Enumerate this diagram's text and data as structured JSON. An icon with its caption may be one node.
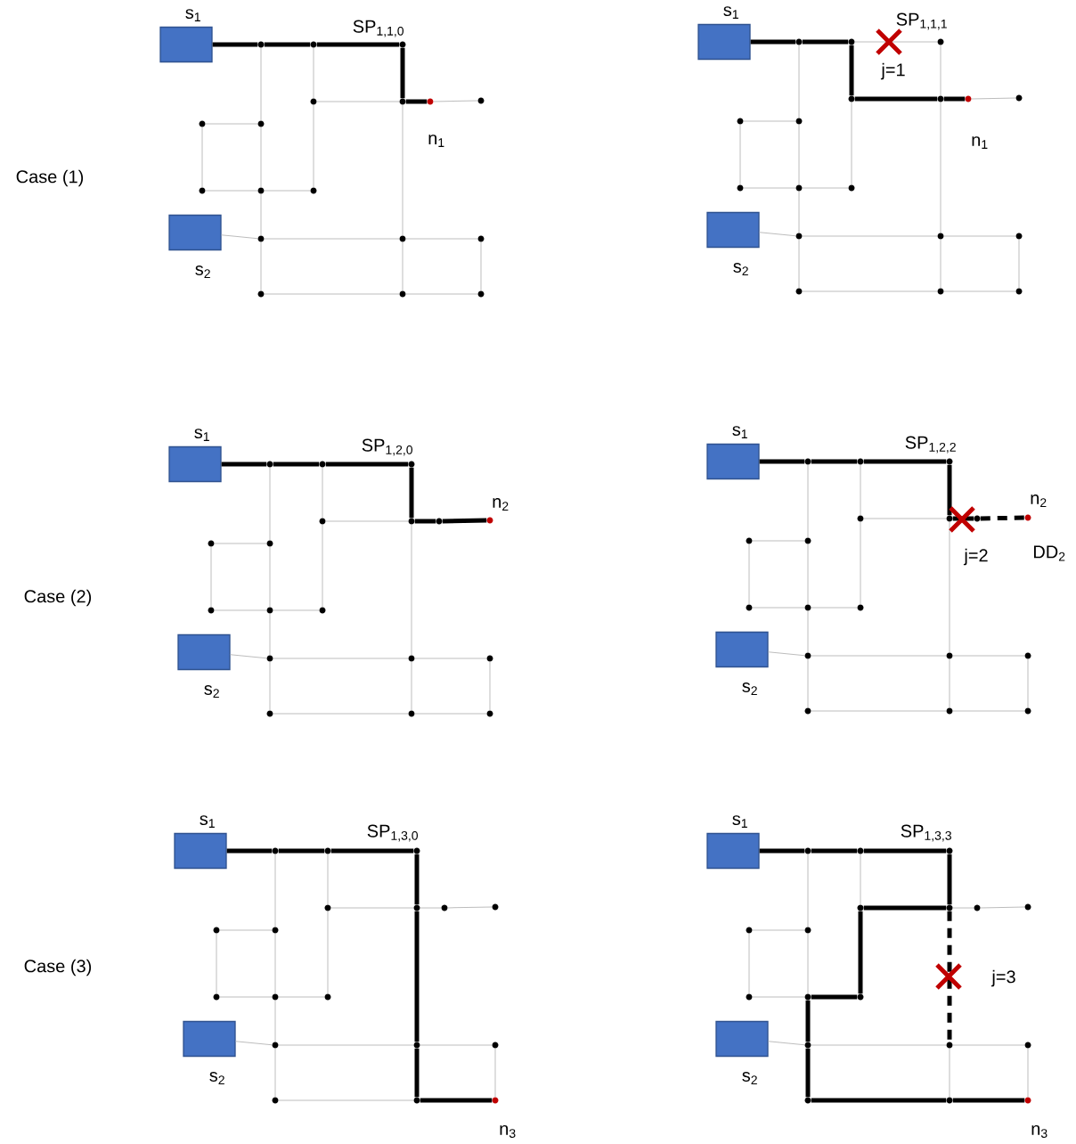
{
  "diagram": {
    "nodes": [
      {
        "text": [],
        "shape": "box",
        "beside": [
          "s$_{1}$"
        ]
      },
      {
        "text": [],
        "shape": "circle"
      },
      {
        "text": [],
        "shape": "circle"
      },
      {
        "text": [],
        "shape": "circle"
      },
      {
        "text": [],
        "shape": "circle"
      },
      {
        "text": [],
        "shape": "circle"
      },
      {
        "text": [],
        "shape": "circle",
        "beside": [
          "n$_{1}$"
        ]
      },
      {
        "text": [],
        "shape": "circle"
      },
      {
        "text": [],
        "shape": "circle"
      },
      {
        "text": [],
        "shape": "circle"
      },
      {
        "text": [],
        "shape": "circle"
      },
      {
        "text": [],
        "shape": "circle"
      },
      {
        "text": [],
        "shape": "circle"
      },
      {
        "text": [],
        "shape": "box",
        "beside": [
          "s$_{2}$"
        ]
      },
      {
        "text": [],
        "shape": "circle"
      },
      {
        "text": [],
        "shape": "circle"
      },
      {
        "text": [],
        "shape": "circle"
      },
      {
        "text": [],
        "shape": "circle"
      },
      {
        "text": [],
        "shape": "circle"
      },
      {
        "text": [],
        "shape": "circle"
      },
      {
        "text": [],
        "shape": "box",
        "beside": [
          "s$_{1}$"
        ]
      },
      {
        "text": [],
        "shape": "circle"
      },
      {
        "text": [],
        "shape": "circle"
      },
      {
        "text": [],
        "shape": "circle"
      },
      {
        "text": [],
        "shape": "circle"
      },
      {
        "text": [],
        "shape": "circle"
      },
      {
        "text": [],
        "shape": "circle",
        "beside": [
          "n$_{1}$"
        ]
      },
      {
        "text": [],
        "shape": "circle"
      },
      {
        "text": [],
        "shape": "circle"
      },
      {
        "text": [],
        "shape": "circle"
      },
      {
        "text": [],
        "shape": "circle"
      },
      {
        "text": [],
        "shape": "circle"
      },
      {
        "text": [],
        "shape": "circle"
      },
      {
        "text": [],
        "shape": "box",
        "beside": [
          "s$_{2}$"
        ]
      },
      {
        "text": [],
        "shape": "circle"
      },
      {
        "text": [],
        "shape": "circle"
      },
      {
        "text": [],
        "shape": "circle"
      },
      {
        "text": [],
        "shape": "circle"
      },
      {
        "text": [],
        "shape": "circle"
      },
      {
        "text": [],
        "shape": "circle"
      },
      {
        "text": [],
        "shape": "box",
        "beside": [
          "s$_{1}$"
        ]
      },
      {
        "text": [],
        "shape": "circle"
      },
      {
        "text": [],
        "shape": "circle"
      },
      {
        "text": [],
        "shape": "circle"
      },
      {
        "text": [],
        "shape": "circle"
      },
      {
        "text": [],
        "shape": "circle"
      },
      {
        "text": [],
        "shape": "circle"
      },
      {
        "text": [],
        "shape": "circle",
        "beside": [
          "n$_{2}$"
        ]
      },
      {
        "text": [],
        "shape": "circle"
      },
      {
        "text": [],
        "shape": "circle"
      },
      {
        "text": [],
        "shape": "circle"
      },
      {
        "text": [],
        "shape": "circle"
      },
      {
        "text": [],
        "shape": "circle"
      },
      {
        "text": [],
        "shape": "box",
        "beside": [
          "s$_{2}$"
        ]
      },
      {
        "text": [],
        "shape": "circle"
      },
      {
        "text": [],
        "shape": "circle"
      },
      {
        "text": [],
        "shape": "circle"
      },
      {
        "text": [],
        "shape": "circle"
      },
      {
        "text": [],
        "shape": "circle"
      },
      {
        "text": [],
        "shape": "circle"
      },
      {
        "text": [],
        "shape": "box",
        "beside": [
          "s$_{1}$"
        ]
      },
      {
        "text": [],
        "shape": "circle"
      },
      {
        "text": [],
        "shape": "circle"
      },
      {
        "text": [],
        "shape": "circle"
      },
      {
        "text": [],
        "shape": "circle"
      },
      {
        "text": [],
        "shape": "circle"
      },
      {
        "text": [],
        "shape": "circle"
      },
      {
        "text": [],
        "shape": "circle",
        "beside": [
          "n$_{2}$",
          "DD$_{2}$"
        ]
      },
      {
        "text": [],
        "shape": "circle"
      },
      {
        "text": [],
        "shape": "circle"
      },
      {
        "text": [],
        "shape": "circle"
      },
      {
        "text": [],
        "shape": "circle"
      },
      {
        "text": [],
        "shape": "circle"
      },
      {
        "text": [],
        "shape": "box",
        "beside": [
          "s$_{2}$"
        ]
      },
      {
        "text": [],
        "shape": "circle"
      },
      {
        "text": [],
        "shape": "circle"
      },
      {
        "text": [],
        "shape": "circle"
      },
      {
        "text": [],
        "shape": "circle"
      },
      {
        "text": [],
        "shape": "circle"
      },
      {
        "text": [],
        "shape": "circle"
      },
      {
        "text": [],
        "shape": "box",
        "beside": [
          "s$_{1}$"
        ]
      },
      {
        "text": [],
        "shape": "circle"
      },
      {
        "text": [],
        "shape": "circle"
      },
      {
        "text": [],
        "shape": "circle"
      },
      {
        "text": [],
        "shape": "circle"
      },
      {
        "text": [],
        "shape": "circle"
      },
      {
        "text": [],
        "shape": "circle"
      },
      {
        "text": [],
        "shape": "circle"
      },
      {
        "text": [],
        "shape": "circle"
      },
      {
        "text": [],
        "shape": "circle"
      },
      {
        "text": [],
        "shape": "circle"
      },
      {
        "text": [],
        "shape": "circle"
      },
      {
        "text": [],
        "shape": "circle"
      },
      {
        "text": [],
        "shape": "box",
        "beside": [
          "s$_{2}$"
        ]
      },
      {
        "text": [],
        "shape": "circle"
      },
      {
        "text": [],
        "shape": "circle"
      },
      {
        "text": [],
        "shape": "circle"
      },
      {
        "text": [],
        "shape": "circle"
      },
      {
        "text": [],
        "shape": "circle"
      },
      {
        "text": [],
        "shape": "circle",
        "beside": [
          "n$_{3}$"
        ]
      },
      {
        "text": [],
        "shape": "box",
        "beside": [
          "s$_{1}$"
        ]
      },
      {
        "text": [],
        "shape": "circle"
      },
      {
        "text": [],
        "shape": "circle"
      },
      {
        "text": [],
        "shape": "circle"
      },
      {
        "text": [],
        "shape": "circle"
      },
      {
        "text": [],
        "shape": "circle"
      },
      {
        "text": [],
        "shape": "circle"
      },
      {
        "text": [],
        "shape": "circle"
      },
      {
        "text": [],
        "shape": "circle"
      },
      {
        "text": [],
        "shape": "circle"
      },
      {
        "text": [],
        "shape": "circle"
      },
      {
        "text": [],
        "shape": "circle"
      },
      {
        "text": [],
        "shape": "circle"
      },
      {
        "text": [],
        "shape": "box",
        "beside": [
          "s$_{2}$"
        ]
      },
      {
        "text": [],
        "shape": "circle"
      },
      {
        "text": [],
        "shape": "circle"
      },
      {
        "text": [],
        "shape": "circle"
      },
      {
        "text": [],
        "shape": "circle"
      },
      {
        "text": [],
        "shape": "circle"
      },
      {
        "text": [],
        "shape": "circle",
        "beside": [
          "n$_{3}$"
        ]
      }
    ],
    "edges": [
      {
        "from": 0,
        "to": 1,
        "arrow": "none",
        "style": "thick",
        "color": "#000000"
      },
      {
        "from": 1,
        "to": 2,
        "arrow": "none",
        "style": "thick",
        "color": "#000000"
      },
      {
        "from": 2,
        "to": 3,
        "arrow": "none",
        "style": "thick",
        "color": "#000000"
      },
      {
        "from": 3,
        "to": 5,
        "arrow": "none",
        "style": "thick",
        "color": "#000000"
      },
      {
        "from": 5,
        "to": 6,
        "arrow": "none",
        "style": "thick",
        "color": "#000000"
      },
      {
        "from": 6,
        "to": 7,
        "arrow": "none"
      },
      {
        "from": 4,
        "to": 5,
        "arrow": "none"
      },
      {
        "from": 1,
        "to": 9,
        "arrow": "none"
      },
      {
        "from": 9,
        "to": 11,
        "arrow": "none"
      },
      {
        "from": 11,
        "to": 14,
        "arrow": "none"
      },
      {
        "from": 14,
        "to": 17,
        "arrow": "none"
      },
      {
        "from": 2,
        "to": 4,
        "arrow": "none"
      },
      {
        "from": 4,
        "to": 12,
        "arrow": "none"
      },
      {
        "from": 8,
        "to": 9,
        "arrow": "none"
      },
      {
        "from": 8,
        "to": 10,
        "arrow": "none"
      },
      {
        "from": 10,
        "to": 11,
        "arrow": "none"
      },
      {
        "from": 11,
        "to": 12,
        "arrow": "none"
      },
      {
        "from": 13,
        "to": 14,
        "arrow": "none"
      },
      {
        "from": 14,
        "to": 15,
        "arrow": "none"
      },
      {
        "from": 15,
        "to": 16,
        "arrow": "none"
      },
      {
        "from": 5,
        "to": 15,
        "arrow": "none"
      },
      {
        "from": 15,
        "to": 18,
        "arrow": "none"
      },
      {
        "from": 17,
        "to": 18,
        "arrow": "none"
      },
      {
        "from": 18,
        "to": 19,
        "arrow": "none"
      },
      {
        "from": 16,
        "to": 19,
        "arrow": "none"
      },
      {
        "from": 20,
        "to": 21,
        "arrow": "none",
        "style": "thick",
        "color": "#000000"
      },
      {
        "from": 21,
        "to": 22,
        "arrow": "none",
        "style": "thick",
        "color": "#000000"
      },
      {
        "from": 22,
        "to": 23,
        "arrow": "none"
      },
      {
        "from": 23,
        "to": 25,
        "arrow": "none"
      },
      {
        "from": 25,
        "to": 26,
        "arrow": "none",
        "style": "thick",
        "color": "#000000"
      },
      {
        "from": 26,
        "to": 27,
        "arrow": "none"
      },
      {
        "from": 24,
        "to": 25,
        "arrow": "none",
        "style": "thick",
        "color": "#000000"
      },
      {
        "from": 21,
        "to": 29,
        "arrow": "none"
      },
      {
        "from": 29,
        "to": 31,
        "arrow": "none"
      },
      {
        "from": 31,
        "to": 34,
        "arrow": "none"
      },
      {
        "from": 34,
        "to": 37,
        "arrow": "none"
      },
      {
        "from": 22,
        "to": 24,
        "arrow": "none",
        "style": "thick",
        "color": "#000000"
      },
      {
        "from": 24,
        "to": 32,
        "arrow": "none"
      },
      {
        "from": 28,
        "to": 29,
        "arrow": "none"
      },
      {
        "from": 28,
        "to": 30,
        "arrow": "none"
      },
      {
        "from": 30,
        "to": 31,
        "arrow": "none"
      },
      {
        "from": 31,
        "to": 32,
        "arrow": "none"
      },
      {
        "from": 33,
        "to": 34,
        "arrow": "none"
      },
      {
        "from": 34,
        "to": 35,
        "arrow": "none"
      },
      {
        "from": 35,
        "to": 36,
        "arrow": "none"
      },
      {
        "from": 25,
        "to": 35,
        "arrow": "none"
      },
      {
        "from": 35,
        "to": 38,
        "arrow": "none"
      },
      {
        "from": 37,
        "to": 38,
        "arrow": "none"
      },
      {
        "from": 38,
        "to": 39,
        "arrow": "none"
      },
      {
        "from": 36,
        "to": 39,
        "arrow": "none"
      },
      {
        "from": 40,
        "to": 41,
        "arrow": "none",
        "style": "thick",
        "color": "#000000"
      },
      {
        "from": 41,
        "to": 42,
        "arrow": "none",
        "style": "thick",
        "color": "#000000"
      },
      {
        "from": 42,
        "to": 43,
        "arrow": "none",
        "style": "thick",
        "color": "#000000"
      },
      {
        "from": 43,
        "to": 45,
        "arrow": "none",
        "style": "thick",
        "color": "#000000"
      },
      {
        "from": 45,
        "to": 46,
        "arrow": "none",
        "style": "thick",
        "color": "#000000"
      },
      {
        "from": 46,
        "to": 47,
        "arrow": "none",
        "style": "thick",
        "color": "#000000"
      },
      {
        "from": 44,
        "to": 45,
        "arrow": "none"
      },
      {
        "from": 41,
        "to": 49,
        "arrow": "none"
      },
      {
        "from": 49,
        "to": 51,
        "arrow": "none"
      },
      {
        "from": 51,
        "to": 54,
        "arrow": "none"
      },
      {
        "from": 54,
        "to": 57,
        "arrow": "none"
      },
      {
        "from": 42,
        "to": 44,
        "arrow": "none"
      },
      {
        "from": 44,
        "to": 52,
        "arrow": "none"
      },
      {
        "from": 48,
        "to": 49,
        "arrow": "none"
      },
      {
        "from": 48,
        "to": 50,
        "arrow": "none"
      },
      {
        "from": 50,
        "to": 51,
        "arrow": "none"
      },
      {
        "from": 51,
        "to": 52,
        "arrow": "none"
      },
      {
        "from": 53,
        "to": 54,
        "arrow": "none"
      },
      {
        "from": 54,
        "to": 55,
        "arrow": "none"
      },
      {
        "from": 55,
        "to": 56,
        "arrow": "none"
      },
      {
        "from": 45,
        "to": 55,
        "arrow": "none"
      },
      {
        "from": 55,
        "to": 58,
        "arrow": "none"
      },
      {
        "from": 57,
        "to": 58,
        "arrow": "none"
      },
      {
        "from": 58,
        "to": 59,
        "arrow": "none"
      },
      {
        "from": 56,
        "to": 59,
        "arrow": "none"
      },
      {
        "from": 60,
        "to": 61,
        "arrow": "none",
        "style": "thick",
        "color": "#000000"
      },
      {
        "from": 61,
        "to": 62,
        "arrow": "none",
        "style": "thick",
        "color": "#000000"
      },
      {
        "from": 62,
        "to": 63,
        "arrow": "none",
        "style": "thick",
        "color": "#000000"
      },
      {
        "from": 63,
        "to": 65,
        "arrow": "none",
        "style": "thick",
        "color": "#000000"
      },
      {
        "from": 65,
        "to": 66,
        "arrow": "none",
        "style": "thick",
        "color": "#000000"
      },
      {
        "from": 66,
        "to": 67,
        "arrow": "none",
        "style": "dashed",
        "color": "#000000"
      },
      {
        "from": 64,
        "to": 65,
        "arrow": "none"
      },
      {
        "from": 61,
        "to": 69,
        "arrow": "none"
      },
      {
        "from": 69,
        "to": 71,
        "arrow": "none"
      },
      {
        "from": 71,
        "to": 74,
        "arrow": "none"
      },
      {
        "from": 74,
        "to": 77,
        "arrow": "none"
      },
      {
        "from": 62,
        "to": 64,
        "arrow": "none"
      },
      {
        "from": 64,
        "to": 72,
        "arrow": "none"
      },
      {
        "from": 68,
        "to": 69,
        "arrow": "none"
      },
      {
        "from": 68,
        "to": 70,
        "arrow": "none"
      },
      {
        "from": 70,
        "to": 71,
        "arrow": "none"
      },
      {
        "from": 71,
        "to": 72,
        "arrow": "none"
      },
      {
        "from": 73,
        "to": 74,
        "arrow": "none"
      },
      {
        "from": 74,
        "to": 75,
        "arrow": "none"
      },
      {
        "from": 75,
        "to": 76,
        "arrow": "none"
      },
      {
        "from": 65,
        "to": 75,
        "arrow": "none"
      },
      {
        "from": 75,
        "to": 78,
        "arrow": "none"
      },
      {
        "from": 77,
        "to": 78,
        "arrow": "none"
      },
      {
        "from": 78,
        "to": 79,
        "arrow": "none"
      },
      {
        "from": 76,
        "to": 79,
        "arrow": "none"
      },
      {
        "from": 80,
        "to": 81,
        "arrow": "none",
        "style": "thick",
        "color": "#000000"
      },
      {
        "from": 81,
        "to": 82,
        "arrow": "none",
        "style": "thick",
        "color": "#000000"
      },
      {
        "from": 82,
        "to": 83,
        "arrow": "none",
        "style": "thick",
        "color": "#000000"
      },
      {
        "from": 83,
        "to": 85,
        "arrow": "none",
        "style": "thick",
        "color": "#000000"
      },
      {
        "from": 85,
        "to": 86,
        "arrow": "none"
      },
      {
        "from": 86,
        "to": 87,
        "arrow": "none"
      },
      {
        "from": 84,
        "to": 85,
        "arrow": "none"
      },
      {
        "from": 81,
        "to": 89,
        "arrow": "none"
      },
      {
        "from": 89,
        "to": 91,
        "arrow": "none"
      },
      {
        "from": 91,
        "to": 94,
        "arrow": "none"
      },
      {
        "from": 94,
        "to": 97,
        "arrow": "none"
      },
      {
        "from": 82,
        "to": 84,
        "arrow": "none"
      },
      {
        "from": 84,
        "to": 92,
        "arrow": "none"
      },
      {
        "from": 88,
        "to": 89,
        "arrow": "none"
      },
      {
        "from": 88,
        "to": 90,
        "arrow": "none"
      },
      {
        "from": 90,
        "to": 91,
        "arrow": "none"
      },
      {
        "from": 91,
        "to": 92,
        "arrow": "none"
      },
      {
        "from": 93,
        "to": 94,
        "arrow": "none"
      },
      {
        "from": 94,
        "to": 95,
        "arrow": "none"
      },
      {
        "from": 95,
        "to": 96,
        "arrow": "none"
      },
      {
        "from": 85,
        "to": 95,
        "arrow": "none",
        "style": "thick",
        "color": "#000000"
      },
      {
        "from": 95,
        "to": 98,
        "arrow": "none",
        "style": "thick",
        "color": "#000000"
      },
      {
        "from": 97,
        "to": 98,
        "arrow": "none"
      },
      {
        "from": 98,
        "to": 99,
        "arrow": "none",
        "style": "thick",
        "color": "#000000"
      },
      {
        "from": 96,
        "to": 99,
        "arrow": "none"
      },
      {
        "from": 100,
        "to": 101,
        "arrow": "none",
        "style": "thick",
        "color": "#000000"
      },
      {
        "from": 101,
        "to": 102,
        "arrow": "none",
        "style": "thick",
        "color": "#000000"
      },
      {
        "from": 102,
        "to": 103,
        "arrow": "none",
        "style": "thick",
        "color": "#000000"
      },
      {
        "from": 103,
        "to": 105,
        "arrow": "none",
        "style": "thick",
        "color": "#000000"
      },
      {
        "from": 105,
        "to": 106,
        "arrow": "none"
      },
      {
        "from": 106,
        "to": 107,
        "arrow": "none"
      },
      {
        "from": 104,
        "to": 105,
        "arrow": "none",
        "style": "thick",
        "color": "#000000"
      },
      {
        "from": 101,
        "to": 109,
        "arrow": "none"
      },
      {
        "from": 109,
        "to": 111,
        "arrow": "none"
      },
      {
        "from": 111,
        "to": 114,
        "arrow": "none",
        "style": "thick",
        "color": "#000000"
      },
      {
        "from": 114,
        "to": 117,
        "arrow": "none",
        "style": "thick",
        "color": "#000000"
      },
      {
        "from": 102,
        "to": 104,
        "arrow": "none"
      },
      {
        "from": 104,
        "to": 112,
        "arrow": "none",
        "style": "thick",
        "color": "#000000"
      },
      {
        "from": 108,
        "to": 109,
        "arrow": "none"
      },
      {
        "from": 108,
        "to": 110,
        "arrow": "none"
      },
      {
        "from": 110,
        "to": 111,
        "arrow": "none"
      },
      {
        "from": 111,
        "to": 112,
        "arrow": "none",
        "style": "thick",
        "color": "#000000"
      },
      {
        "from": 113,
        "to": 114,
        "arrow": "none"
      },
      {
        "from": 114,
        "to": 115,
        "arrow": "none"
      },
      {
        "from": 115,
        "to": 116,
        "arrow": "none"
      },
      {
        "from": 105,
        "to": 115,
        "arrow": "none",
        "style": "dashed",
        "color": "#000000"
      },
      {
        "from": 115,
        "to": 118,
        "arrow": "none"
      },
      {
        "from": 117,
        "to": 118,
        "arrow": "none",
        "style": "thick",
        "color": "#000000"
      },
      {
        "from": 118,
        "to": 119,
        "arrow": "none",
        "style": "thick",
        "color": "#000000"
      },
      {
        "from": 116,
        "to": 119,
        "arrow": "none"
      }
    ],
    "labels": [
      "SP$_{1,1,0}$",
      "SP$_{1,1,1}$",
      "j=1",
      "Case (1)",
      "SP$_{1,2,0}$",
      "SP$_{1,2,2}$",
      "j=2",
      "Case (2)",
      "SP$_{1,3,0}$",
      "SP$_{1,3,3}$",
      "Case (3)",
      "j=3"
    ]
  }
}
